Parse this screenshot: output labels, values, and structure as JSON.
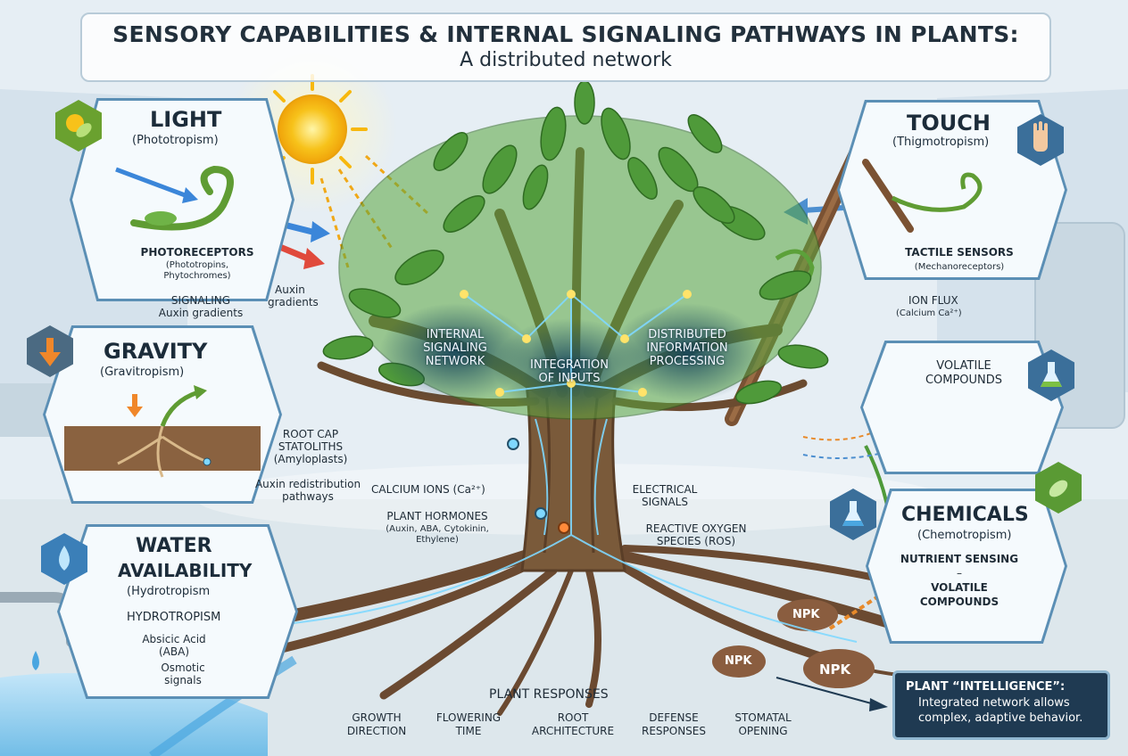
{
  "title": {
    "main": "SENSORY CAPABILITIES & INTERNAL SIGNALING PATHWAYS IN PLANTS:",
    "sub": "A distributed network"
  },
  "light": {
    "title": "LIGHT",
    "subtitle": "(Phototropism)",
    "receptors": "PHOTORECEPTORS",
    "receptors_detail_1": "(Phototropins,",
    "receptors_detail_2": "Phytochromes)",
    "signaling_1": "SIGNALING",
    "signaling_2": "Auxin gradients",
    "auxin_1": "Auxin",
    "auxin_2": "gradients"
  },
  "gravity": {
    "title": "GRAVITY",
    "subtitle": "(Gravitropism)",
    "root_cap_1": "ROOT CAP",
    "root_cap_2": "STATOLITHS",
    "root_cap_3": "(Amyloplasts)",
    "auxin_path_1": "Auxin redistribution",
    "auxin_path_2": "pathways"
  },
  "water": {
    "title_1": "WATER",
    "title_2": "AVAILABILITY",
    "subtitle": "(Hydrotropism",
    "label": "HYDROTROPISM",
    "aba_1": "Absicic Acid",
    "aba_2": "(ABA)",
    "osmotic_1": "Osmotic",
    "osmotic_2": "signals"
  },
  "touch": {
    "title": "TOUCH",
    "subtitle": "(Thigmotropism)",
    "sensors": "TACTILE SENSORS",
    "sensors_detail": "(Mechanoreceptors)",
    "ion_1": "ION FLUX",
    "ion_2": "(Calcium Ca²⁺)"
  },
  "volatile": {
    "label_1": "VOLATILE",
    "label_2": "COMPOUNDS"
  },
  "chemicals": {
    "title": "CHEMICALS",
    "subtitle": "(Chemotropism)",
    "nutrient": "NUTRIENT SENSING",
    "dash": "–",
    "volatile_1": "VOLATILE",
    "volatile_2": "COMPOUNDS"
  },
  "network": {
    "left_1": "INTERNAL",
    "left_2": "SIGNALING",
    "left_3": "NETWORK",
    "center_1": "INTEGRATION",
    "center_2": "OF INPUTS",
    "right_1": "DISTRIBUTED",
    "right_2": "INFORMATION",
    "right_3": "PROCESSING"
  },
  "trunk": {
    "calcium": "CALCIUM IONS (Ca²⁺)",
    "hormones_1": "PLANT HORMONES",
    "hormones_2": "(Auxin, ABA, Cytokinin,",
    "hormones_3": "Ethylene)",
    "electrical_1": "ELECTRICAL",
    "electrical_2": "SIGNALS",
    "ros_1": "REACTIVE OXYGEN",
    "ros_2": "SPECIES (ROS)"
  },
  "npk": {
    "a": "NPK",
    "b": "NPK",
    "c": "NPK"
  },
  "responses": {
    "heading": "PLANT RESPONSES",
    "items": [
      {
        "l1": "GROWTH",
        "l2": "DIRECTION"
      },
      {
        "l1": "FLOWERING",
        "l2": "TIME"
      },
      {
        "l1": "ROOT",
        "l2": "ARCHITECTURE"
      },
      {
        "l1": "DEFENSE",
        "l2": "RESPONSES"
      },
      {
        "l1": "STOMATAL",
        "l2": "OPENING"
      }
    ]
  },
  "intelligence": {
    "heading": "PLANT “INTELLIGENCE”:",
    "line1": "Integrated network allows",
    "line2": "complex, adaptive behavior."
  },
  "colors": {
    "panel_border": "#5b8fb5",
    "leaf": "#4f9a3a",
    "trunk": "#7a5a3a",
    "signal": "#7fd8ff",
    "sun": "#f7c21a"
  }
}
